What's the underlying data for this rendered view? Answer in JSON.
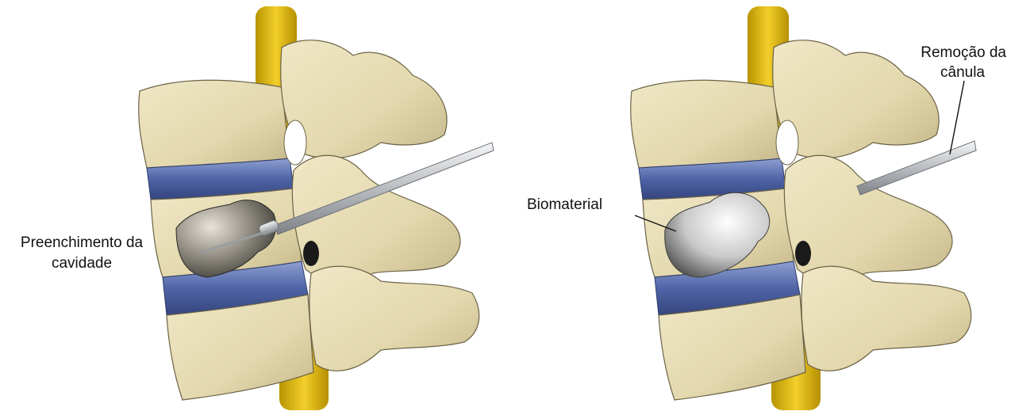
{
  "labels": {
    "left_line1": "Preenchimento da",
    "left_line2": "cavidade",
    "right_biomaterial": "Biomaterial",
    "right_line1": "Remoção da",
    "right_line2": "cânula"
  },
  "colors": {
    "bone": "#e6dcb4",
    "bone_shadow": "#bfb283",
    "disc": "#5b6fae",
    "spinal_cord": "#e3bd12",
    "cannula": "#c9cccf",
    "filler": "#8f8a7e",
    "biomaterial": "#d9d9d9"
  }
}
